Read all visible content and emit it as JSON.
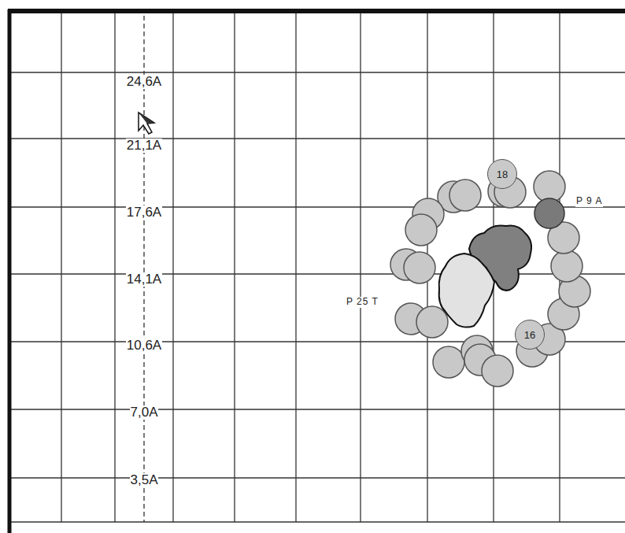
{
  "diagram": {
    "nodes": [
      {
        "text": [
          "18"
        ]
      },
      {
        "text": [
          "16"
        ]
      }
    ],
    "labels": [
      "24,6A",
      "21,1A",
      "17,6A",
      "14,1A",
      "10,6A",
      "7,0A",
      "3,5A",
      "P 9 A",
      "P 25 T"
    ]
  }
}
